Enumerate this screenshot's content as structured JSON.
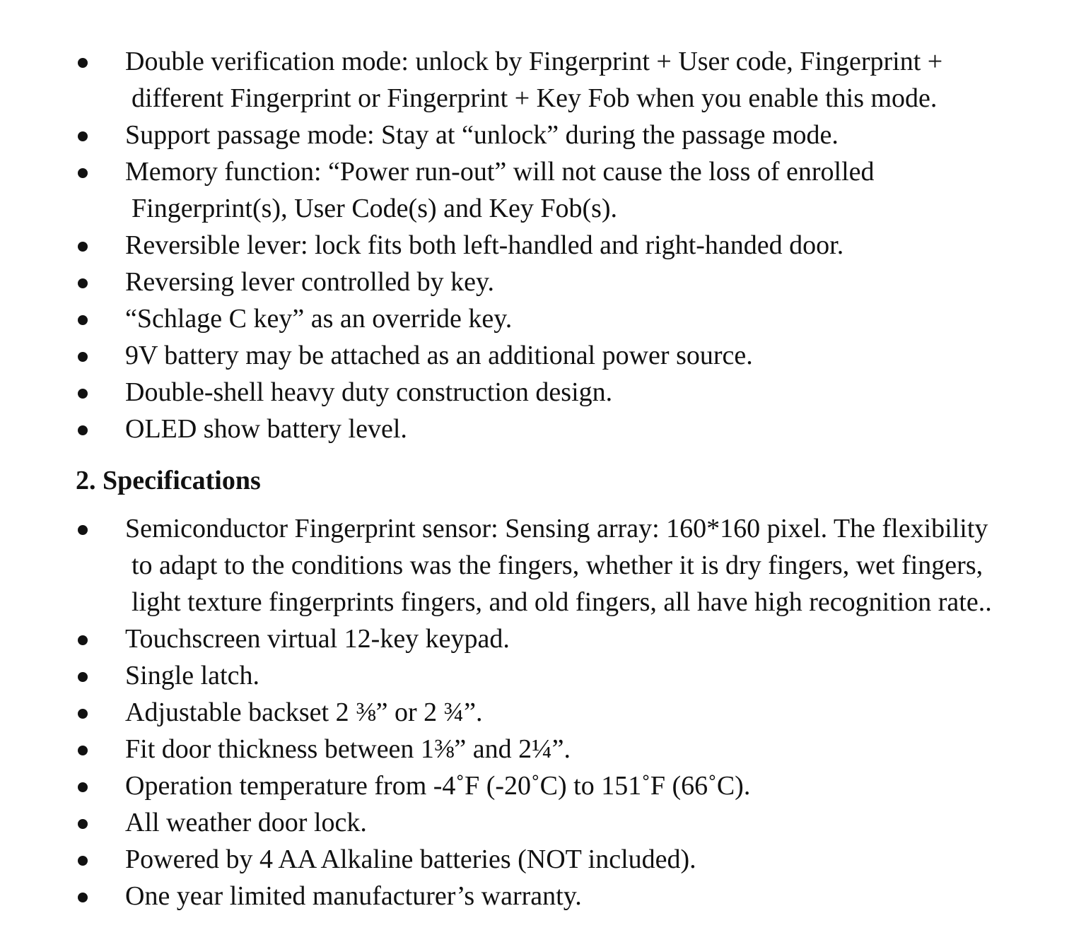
{
  "features": [
    [
      "Double verification mode: unlock by Fingerprint + User code, Fingerprint +",
      "different Fingerprint or Fingerprint + Key Fob when you enable this mode."
    ],
    [
      "Support passage mode: Stay at “unlock” during the passage mode."
    ],
    [
      "Memory function: “Power run-out” will not cause the loss of enrolled",
      "Fingerprint(s), User Code(s) and Key Fob(s)."
    ],
    [
      "Reversible lever: lock fits both left-handled and right-handed door."
    ],
    [
      "Reversing lever controlled by key."
    ],
    [
      "“Schlage C key” as an override key."
    ],
    [
      "9V battery may be attached as an additional power source."
    ],
    [
      "Double-shell heavy duty construction design."
    ],
    [
      "OLED show battery level."
    ]
  ],
  "specifications_heading": "2. Specifications",
  "specifications": [
    [
      "Semiconductor Fingerprint sensor: Sensing array: 160*160 pixel. The flexibility",
      "to adapt to the conditions was the fingers, whether it is dry fingers, wet fingers,",
      "light texture fingerprints fingers, and old fingers, all have high recognition rate.."
    ],
    [
      "Touchscreen virtual 12-key keypad."
    ],
    [
      "Single latch."
    ],
    [
      "Adjustable backset 2 ⅜” or 2 ¾”."
    ],
    [
      "Fit door thickness between 1⅜” and 2¼”."
    ],
    [
      "Operation temperature from -4˚F (-20˚C) to 151˚F (66˚C)."
    ],
    [
      "All weather door lock."
    ],
    [
      "Powered by 4 AA Alkaline batteries (NOT included)."
    ],
    [
      "One year limited manufacturer’s warranty."
    ]
  ]
}
